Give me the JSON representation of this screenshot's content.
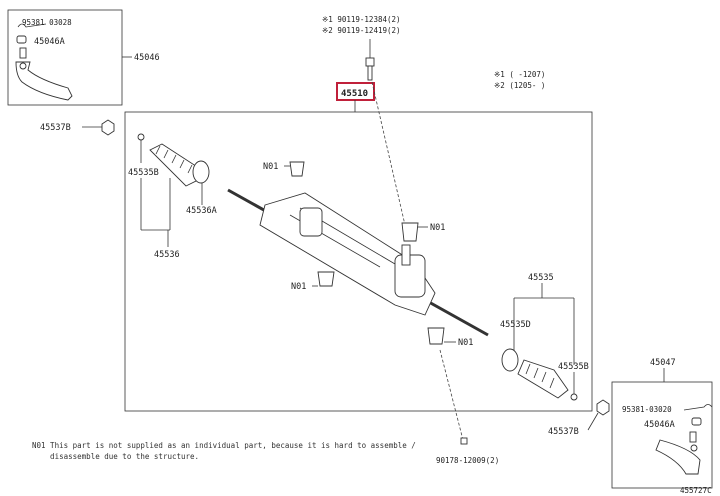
{
  "labels": {
    "p95381_top": "95381 03028",
    "p45046a_top": "45046A",
    "p45046": "45046",
    "p45537b_left": "45537B",
    "p45535b_left": "45535B",
    "p45536a": "45536A",
    "p45536": "45536",
    "bolt1": "※1 90119-12384(2)",
    "bolt2": "※2 90119-12419(2)",
    "p45510": "45510",
    "legend1": "※1 (    -1207)",
    "legend2": "※2 (1205-     )",
    "n01_a": "N01",
    "n01_b": "N01",
    "n01_c": "N01",
    "n01_d": "N01",
    "p45535": "45535",
    "p45535d": "45535D",
    "p45535b_right": "45535B",
    "p45047": "45047",
    "p45537b_right": "45537B",
    "p95381_bottom": "95381-03020",
    "p45046a_bottom": "45046A",
    "p90178": "90178-12009(2)",
    "watermark": "455727C"
  },
  "note": {
    "line1": "N01 This part is not supplied as an individual part, because it is hard to assemble /",
    "line2": "    disassemble due to the structure."
  },
  "highlight_color": "#c0203a"
}
